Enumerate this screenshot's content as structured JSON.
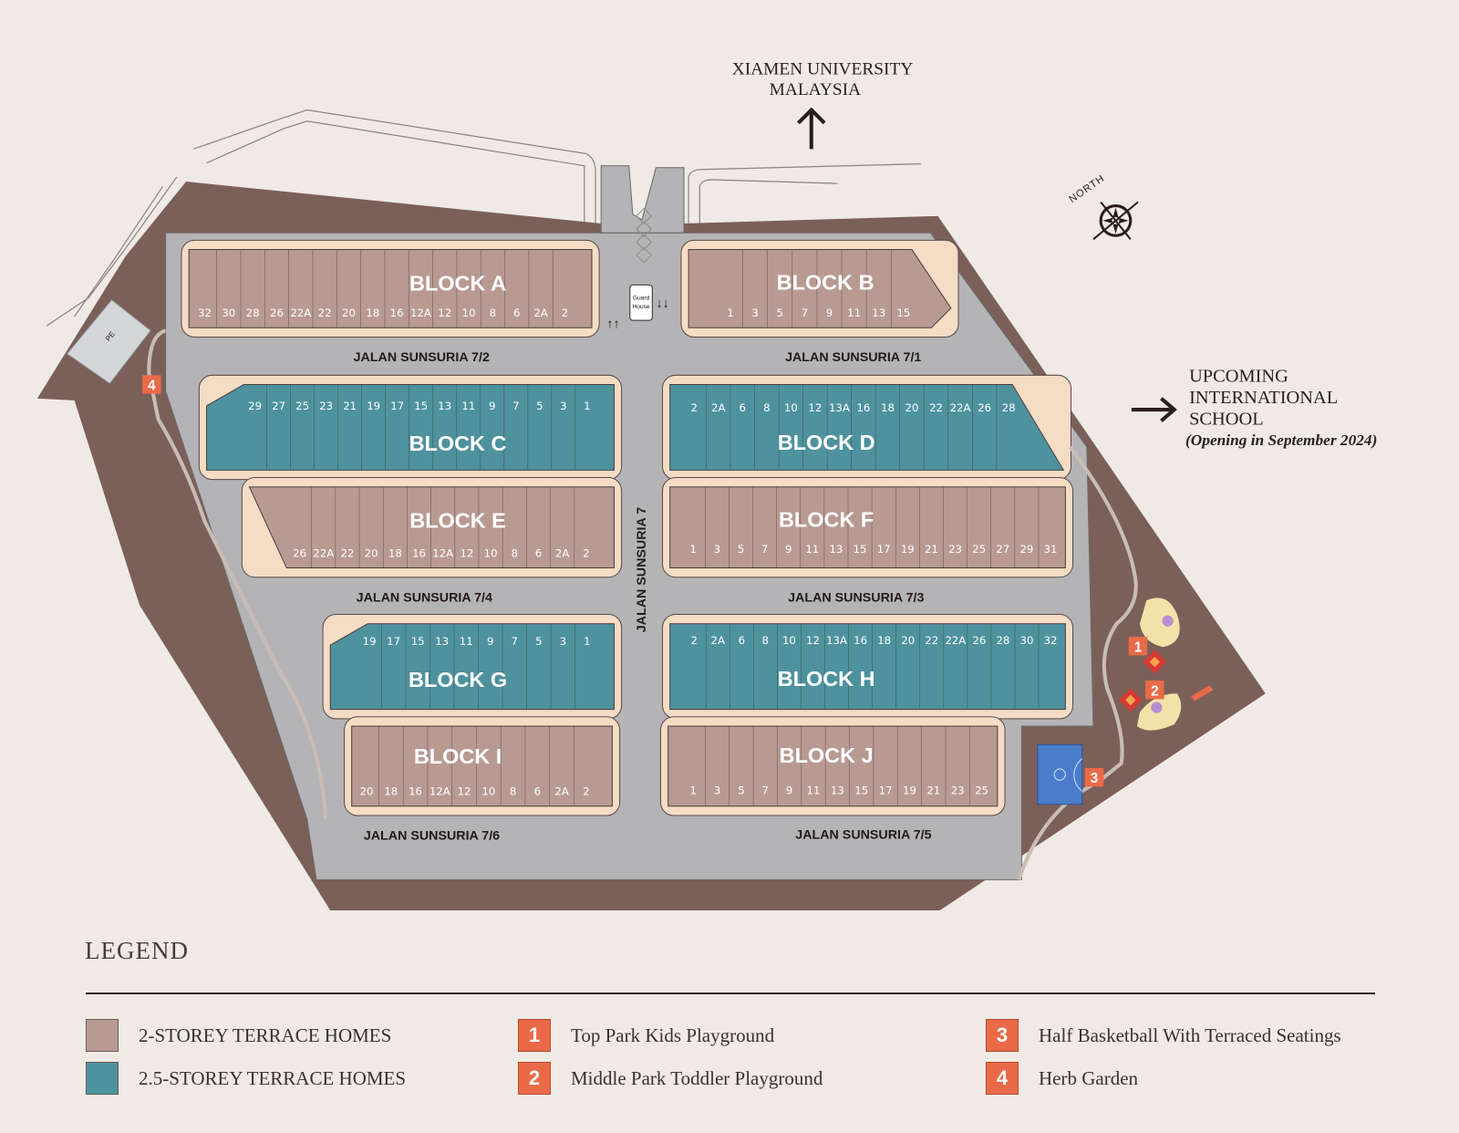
{
  "landmarks": {
    "university_line1": "XIAMEN UNIVERSITY",
    "university_line2": "MALAYSIA",
    "school_line1": "UPCOMING",
    "school_line2": "INTERNATIONAL",
    "school_line3": "SCHOOL",
    "school_note": "(Opening in September 2024)",
    "north_label": "NORTH",
    "guard_house_line1": "Guard",
    "guard_house_line2": "House",
    "pe_label": "PE"
  },
  "roads": {
    "r72": "JALAN SUNSURIA 7/2",
    "r71": "JALAN SUNSURIA 7/1",
    "r74": "JALAN SUNSURIA 7/4",
    "r73": "JALAN SUNSURIA 7/3",
    "r76": "JALAN SUNSURIA 7/6",
    "r75": "JALAN SUNSURIA 7/5",
    "r7": "JALAN SUNSURIA 7"
  },
  "blocks": [
    {
      "name": "BLOCK A",
      "type": "2-storey",
      "lots": [
        "32",
        "30",
        "28",
        "26",
        "22A",
        "22",
        "20",
        "18",
        "16",
        "12A",
        "12",
        "10",
        "8",
        "6",
        "2A",
        "2"
      ]
    },
    {
      "name": "BLOCK B",
      "type": "2-storey",
      "lots": [
        "1",
        "3",
        "5",
        "7",
        "9",
        "11",
        "13",
        "15"
      ]
    },
    {
      "name": "BLOCK C",
      "type": "2.5-storey",
      "lots": [
        "29",
        "27",
        "25",
        "23",
        "21",
        "19",
        "17",
        "15",
        "13",
        "11",
        "9",
        "7",
        "5",
        "3",
        "1"
      ]
    },
    {
      "name": "BLOCK D",
      "type": "2.5-storey",
      "lots": [
        "2",
        "2A",
        "6",
        "8",
        "10",
        "12",
        "13A",
        "16",
        "18",
        "20",
        "22",
        "22A",
        "26",
        "28"
      ]
    },
    {
      "name": "BLOCK E",
      "type": "2-storey",
      "lots": [
        "26",
        "22A",
        "22",
        "20",
        "18",
        "16",
        "12A",
        "12",
        "10",
        "8",
        "6",
        "2A",
        "2"
      ]
    },
    {
      "name": "BLOCK F",
      "type": "2-storey",
      "lots": [
        "1",
        "3",
        "5",
        "7",
        "9",
        "11",
        "13",
        "15",
        "17",
        "19",
        "21",
        "23",
        "25",
        "27",
        "29",
        "31"
      ]
    },
    {
      "name": "BLOCK G",
      "type": "2.5-storey",
      "lots": [
        "19",
        "17",
        "15",
        "13",
        "11",
        "9",
        "7",
        "5",
        "3",
        "1"
      ]
    },
    {
      "name": "BLOCK H",
      "type": "2.5-storey",
      "lots": [
        "2",
        "2A",
        "6",
        "8",
        "10",
        "12",
        "13A",
        "16",
        "18",
        "20",
        "22",
        "22A",
        "26",
        "28",
        "30",
        "32"
      ]
    },
    {
      "name": "BLOCK I",
      "type": "2-storey",
      "lots": [
        "20",
        "18",
        "16",
        "12A",
        "12",
        "10",
        "8",
        "6",
        "2A",
        "2"
      ]
    },
    {
      "name": "BLOCK J",
      "type": "2-storey",
      "lots": [
        "1",
        "3",
        "5",
        "7",
        "9",
        "11",
        "13",
        "15",
        "17",
        "19",
        "21",
        "23",
        "25"
      ]
    }
  ],
  "amenity_markers": [
    "1",
    "2",
    "3",
    "4"
  ],
  "legend": {
    "title": "LEGEND",
    "home_types": [
      {
        "label": "2-STOREY TERRACE HOMES",
        "color": "#b89a93"
      },
      {
        "label": "2.5-STOREY TERRACE HOMES",
        "color": "#4e929e"
      }
    ],
    "amenities": [
      {
        "number": "1",
        "label": "Top Park Kids Playground"
      },
      {
        "number": "2",
        "label": "Middle Park Toddler Playground"
      },
      {
        "number": "3",
        "label": "Half Basketball With Terraced Seatings"
      },
      {
        "number": "4",
        "label": "Herb Garden"
      }
    ]
  },
  "colors": {
    "background": "#efeae5",
    "landscape": "#7b6059",
    "road": "#b4b3b5",
    "kerb": "#f4dcc5",
    "two_storey": "#b89a93",
    "two_half_storey": "#4e929e",
    "marker": "#ea6a48",
    "court": "#4a7ccb"
  }
}
